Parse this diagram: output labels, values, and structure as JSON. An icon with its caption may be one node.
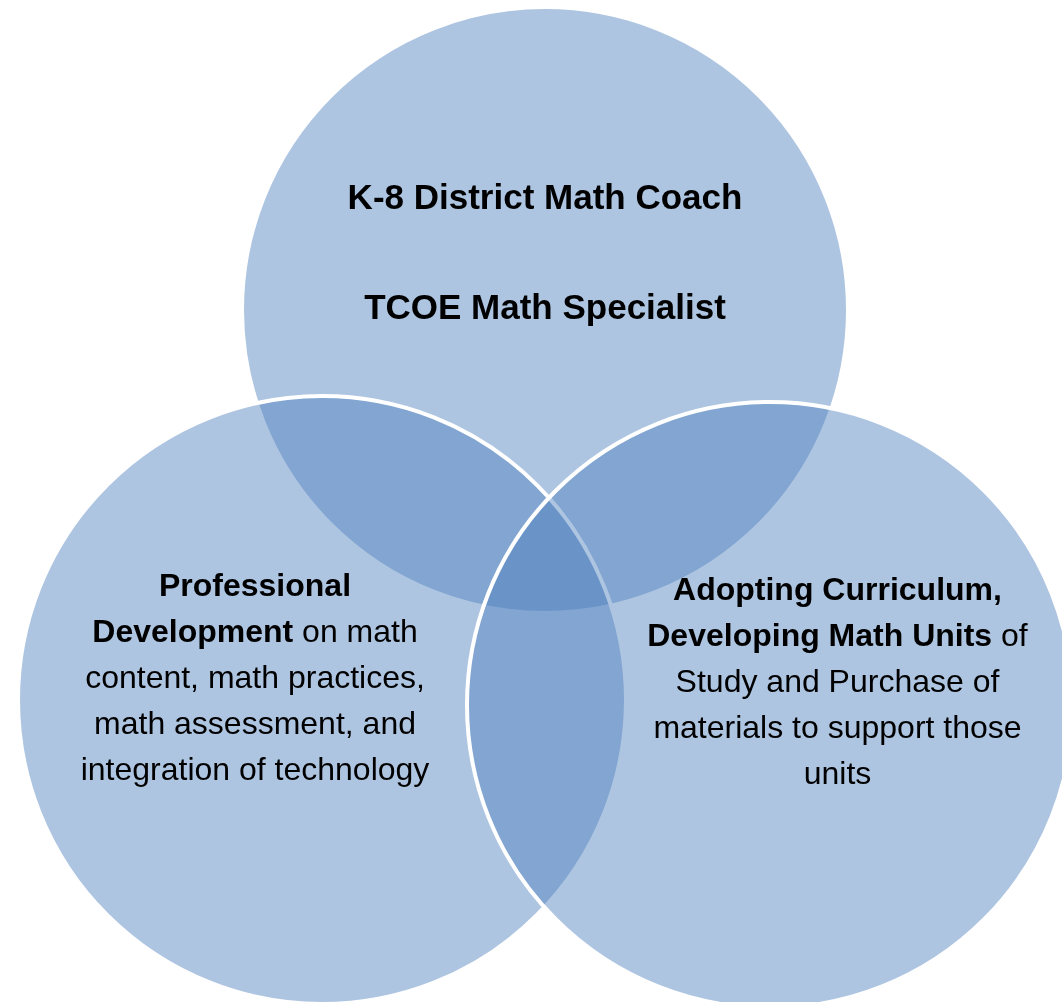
{
  "diagram": {
    "nodes": [
      {
        "text": [
          "K-8 District Math Coach",
          "TCOE Math Specialist"
        ]
      },
      {
        "text": [
          "**Professional Development** on math content, math practices, math assessment, and integration of technology"
        ]
      },
      {
        "text": [
          "**Adopting Curriculum, Developing Math Units** of Study and Purchase of materials to support those units"
        ]
      }
    ]
  }
}
